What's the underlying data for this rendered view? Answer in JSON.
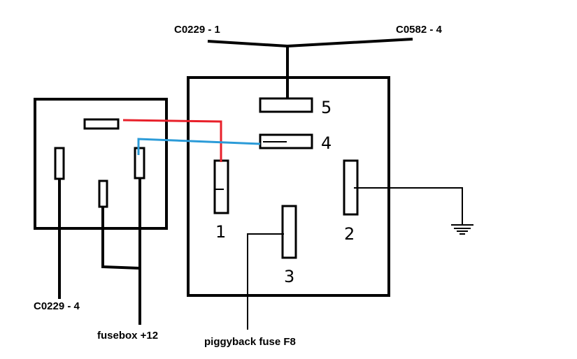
{
  "labels": {
    "top_left": "C0229 - 1",
    "top_right": "C0582 - 4",
    "bottom_left": "C0229 - 4",
    "fusebox": "fusebox +12",
    "piggyback": "piggyback fuse F8"
  },
  "pins": {
    "p5": "5",
    "p4": "4",
    "p1": "1",
    "p2": "2",
    "p3": "3"
  },
  "colors": {
    "red_wire": "#e8202a",
    "blue_wire": "#2b9bd8",
    "black": "#000000"
  },
  "icons": {
    "ground": "ground-icon"
  }
}
